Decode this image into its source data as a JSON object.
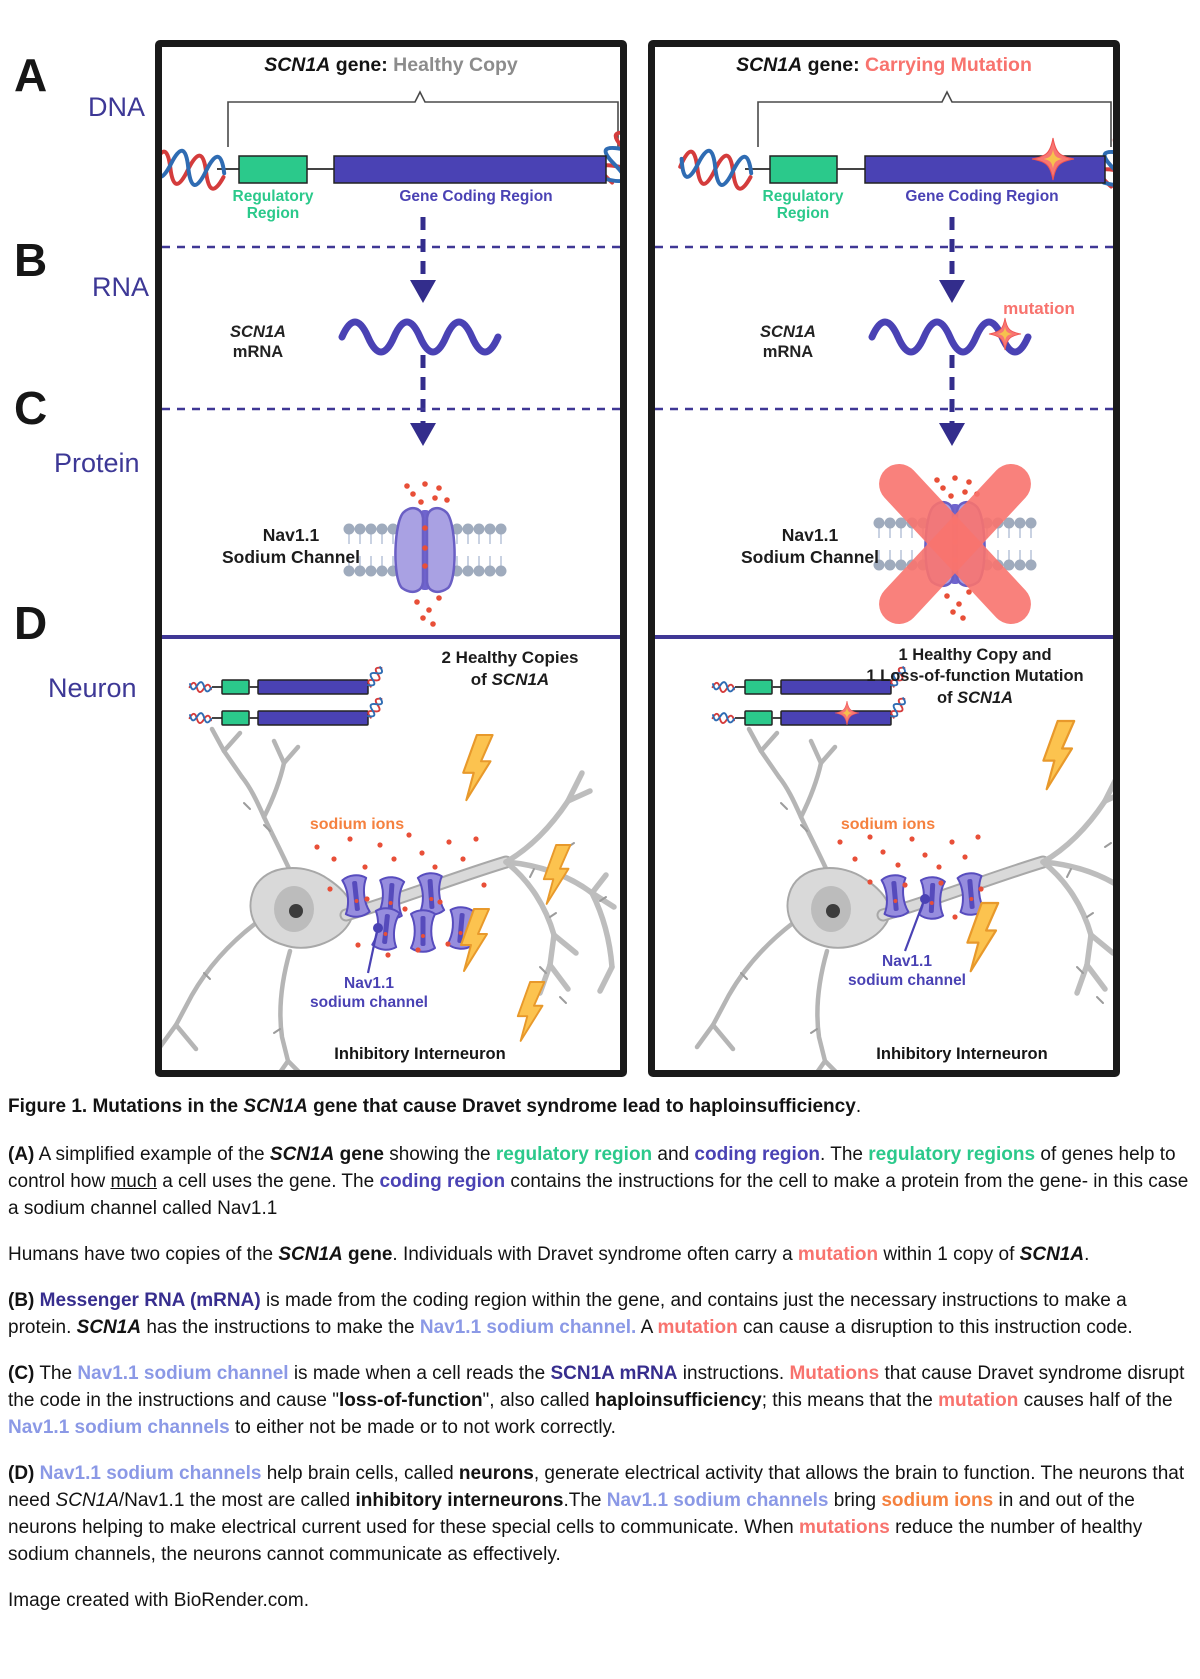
{
  "sections": [
    {
      "letter": "A",
      "name": "DNA"
    },
    {
      "letter": "B",
      "name": "RNA"
    },
    {
      "letter": "C",
      "name": "Protein"
    },
    {
      "letter": "D",
      "name": "Neuron"
    }
  ],
  "colors": {
    "regulatory_green": "#2bc98b",
    "coding_purple": "#4a42b4",
    "indigo_text": "#372e8e",
    "mutation_salmon": "#f8736e",
    "sodium_orange_text": "#f5813f",
    "ion_red": "#e84f38",
    "periwinkle": "#8b99e6",
    "healthy_gray": "#8c8c8c",
    "lightning_yellow": "#fcc34f"
  },
  "panels": {
    "left": {
      "title": [
        {
          "t": "SCN1A",
          "c": "bi"
        },
        {
          "t": " gene: ",
          "c": "b"
        },
        {
          "t": "Healthy Copy",
          "c": "b gray"
        }
      ],
      "regulatory_line1": "Regulatory",
      "regulatory_line2": "Region",
      "coding_label": "Gene Coding Region",
      "mrna_gene": "SCN1A",
      "mrna_type": "mRNA",
      "protein_line1": "Nav1.1",
      "protein_line2": "Sodium Channel",
      "copies": [
        [
          {
            "t": "2 Healthy Copies",
            "c": "b"
          }
        ],
        [
          {
            "t": "of ",
            "c": "b"
          },
          {
            "t": "SCN1A",
            "c": "bi"
          }
        ]
      ],
      "sodium_label": "sodium ions",
      "channel_line1": "Nav1.1",
      "channel_line2": "sodium channel",
      "neuron_label": "Inhibitory Interneuron"
    },
    "right": {
      "title": [
        {
          "t": "SCN1A",
          "c": "bi"
        },
        {
          "t": " gene: ",
          "c": "b"
        },
        {
          "t": "Carrying Mutation",
          "c": "b salmon"
        }
      ],
      "regulatory_line1": "Regulatory",
      "regulatory_line2": "Region",
      "coding_label": "Gene Coding Region",
      "mrna_gene": "SCN1A",
      "mrna_type": "mRNA",
      "mutation_label": "mutation",
      "protein_line1": "Nav1.1",
      "protein_line2": "Sodium Channel",
      "copies": [
        [
          {
            "t": "1 Healthy Copy and",
            "c": "b"
          }
        ],
        [
          {
            "t": "1 Loss-of-function Mutation",
            "c": "b"
          }
        ],
        [
          {
            "t": "of ",
            "c": "b"
          },
          {
            "t": "SCN1A",
            "c": "bi"
          }
        ]
      ],
      "sodium_label": "sodium ions",
      "channel_line1": "Nav1.1",
      "channel_line2": "sodium channel",
      "neuron_label": "Inhibitory Interneuron"
    }
  },
  "caption": {
    "figure_title": [
      {
        "t": "Figure 1. Mutations in the ",
        "c": "b"
      },
      {
        "t": "SCN1A",
        "c": "bi"
      },
      {
        "t": " gene that cause Dravet syndrome lead to haploinsufficiency",
        "c": "b"
      },
      {
        "t": ".",
        "c": ""
      }
    ],
    "para_a": [
      {
        "t": "(A)",
        "c": "b"
      },
      {
        "t": " A simplified example of the ",
        "c": ""
      },
      {
        "t": "SCN1A",
        "c": "bi"
      },
      {
        "t": " gene",
        "c": "b"
      },
      {
        "t": " showing the ",
        "c": ""
      },
      {
        "t": "regulatory region",
        "c": "green"
      },
      {
        "t": " and ",
        "c": ""
      },
      {
        "t": "coding region",
        "c": "purple"
      },
      {
        "t": ". The ",
        "c": ""
      },
      {
        "t": "regulatory regions",
        "c": "green"
      },
      {
        "t": " of genes help to control how ",
        "c": ""
      },
      {
        "t": "much",
        "c": "u"
      },
      {
        "t": " a cell uses the gene. The ",
        "c": ""
      },
      {
        "t": "coding region",
        "c": "purple"
      },
      {
        "t": " contains the instructions for the cell to make a protein from the gene- in this case a sodium channel called Nav1.1",
        "c": ""
      }
    ],
    "para_humans": [
      {
        "t": "Humans have two copies of the ",
        "c": ""
      },
      {
        "t": "SCN1A",
        "c": "bi"
      },
      {
        "t": " gene",
        "c": "b"
      },
      {
        "t": ". Individuals with Dravet syndrome often carry a ",
        "c": ""
      },
      {
        "t": "mutation",
        "c": "salmon b"
      },
      {
        "t": " within 1 copy of ",
        "c": ""
      },
      {
        "t": "SCN1A",
        "c": "bi"
      },
      {
        "t": ".",
        "c": ""
      }
    ],
    "para_b": [
      {
        "t": "(B)",
        "c": "b"
      },
      {
        "t": " ",
        "c": ""
      },
      {
        "t": "Messenger RNA (mRNA)",
        "c": "indigo"
      },
      {
        "t": " is made from the coding region within the gene, and contains just the necessary instructions to make a protein. ",
        "c": ""
      },
      {
        "t": "SCN1A",
        "c": "bi"
      },
      {
        "t": " has the instructions to make the ",
        "c": ""
      },
      {
        "t": "Nav1.1 sodium channel.",
        "c": "peri"
      },
      {
        "t": " A ",
        "c": ""
      },
      {
        "t": "mutation",
        "c": "salmon b"
      },
      {
        "t": " can cause a disruption to this instruction code.",
        "c": ""
      }
    ],
    "para_c": [
      {
        "t": "(C)",
        "c": "b"
      },
      {
        "t": " The ",
        "c": ""
      },
      {
        "t": "Nav1.1 sodium channel",
        "c": "peri"
      },
      {
        "t": " is made when a cell reads the ",
        "c": ""
      },
      {
        "t": "SCN1A mRNA",
        "c": "indigo"
      },
      {
        "t": " instructions. ",
        "c": ""
      },
      {
        "t": "Mutations",
        "c": "salmon b"
      },
      {
        "t": " that cause Dravet syndrome disrupt the code in the instructions and cause \"",
        "c": ""
      },
      {
        "t": "loss-of-function",
        "c": "b"
      },
      {
        "t": "\", also called ",
        "c": ""
      },
      {
        "t": "haploinsufficiency",
        "c": "b"
      },
      {
        "t": "; this means that the ",
        "c": ""
      },
      {
        "t": "mutation",
        "c": "salmon b"
      },
      {
        "t": " causes half of the ",
        "c": ""
      },
      {
        "t": "Nav1.1 sodium channels",
        "c": "peri"
      },
      {
        "t": " to either not be made or to not work correctly.",
        "c": ""
      }
    ],
    "para_d": [
      {
        "t": "(D)",
        "c": "b"
      },
      {
        "t": " ",
        "c": ""
      },
      {
        "t": "Nav1.1 sodium channels",
        "c": "peri"
      },
      {
        "t": " help brain cells, called ",
        "c": ""
      },
      {
        "t": "neurons",
        "c": "b"
      },
      {
        "t": ", generate electrical activity that allows the brain to function. The neurons that need ",
        "c": ""
      },
      {
        "t": "SCN1A",
        "c": "i"
      },
      {
        "t": "/Nav1.1 the most are called ",
        "c": ""
      },
      {
        "t": "inhibitory interneurons",
        "c": "b"
      },
      {
        "t": ".The ",
        "c": ""
      },
      {
        "t": "Nav1.1 sodium channels",
        "c": "peri"
      },
      {
        "t": " bring ",
        "c": ""
      },
      {
        "t": "sodium ions",
        "c": "orange"
      },
      {
        "t": " in and out of the neurons helping to make electrical current used for these special cells to communicate.  When ",
        "c": ""
      },
      {
        "t": "mutations",
        "c": "salmon b"
      },
      {
        "t": " reduce the number of healthy sodium channels, the neurons cannot communicate as effectively.",
        "c": ""
      }
    ],
    "credit": "Image created with BioRender.com."
  }
}
